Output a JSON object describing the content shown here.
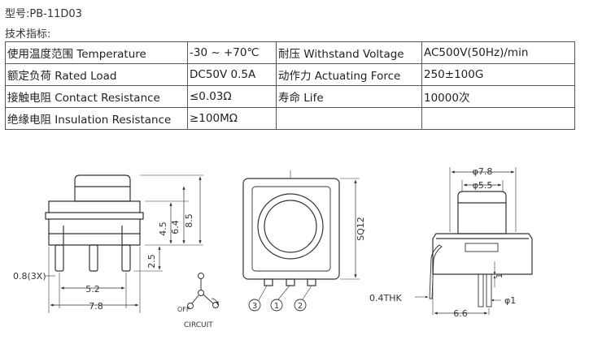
{
  "header": {
    "model": "型号:PB-11D03",
    "tech_specs_label": "技术指标:"
  },
  "specs": [
    [
      "使用温度范围 Temperature",
      "-30 ~ +70℃",
      "耐压 Withstand Voltage",
      "AC500V(50Hz)/min"
    ],
    [
      "额定负荷 Rated Load",
      "DC50V 0.5A",
      "动作力 Actuating Force",
      "250±100G"
    ],
    [
      "接触电阻 Contact Resistance",
      "≤0.03Ω",
      "寿命 Life",
      "10000次"
    ],
    [
      "绝缘电阻 Insulation Resistance",
      "≥100MΩ",
      "",
      ""
    ]
  ],
  "drawing": {
    "front": {
      "dim_height_total": "8.5",
      "dim_height_mid": "6.4",
      "dim_height_body": "4.5",
      "dim_pin_len": "2.5",
      "dim_pin_thk": "0.8(3X)",
      "dim_pin_pitch": "5.2",
      "dim_width": "7.8"
    },
    "top": {
      "dim_size": "SQ12",
      "pin_3": "3",
      "pin_1": "1",
      "pin_2": "2"
    },
    "side": {
      "dim_width_top": "7.8",
      "dim_width_inner": "5.5",
      "dim_thk": "0.4THK",
      "dim_pin_spacing": "1",
      "dim_pin_dia": "1",
      "dim_width_bottom": "6.6",
      "phi": "φ"
    },
    "circuit": {
      "off": "OFF",
      "label": "CIRCUIT"
    }
  }
}
